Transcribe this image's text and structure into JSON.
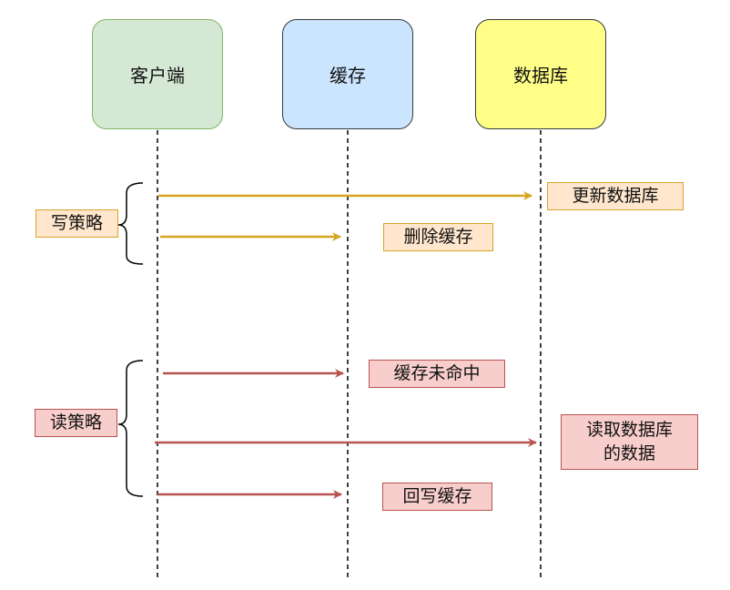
{
  "actors": [
    {
      "name": "客户端",
      "fill": "#d5e8d4",
      "stroke": "#82b366"
    },
    {
      "name": "缓存",
      "fill": "#cce5ff",
      "stroke": "#36393d"
    },
    {
      "name": "数据库",
      "fill": "#ffff88",
      "stroke": "#36393d"
    }
  ],
  "groups": {
    "write": {
      "label": "写策略",
      "color": "#d79b00"
    },
    "read": {
      "label": "读策略",
      "color": "#b85450"
    }
  },
  "messages": {
    "update_db": "更新数据库",
    "delete_cache": "删除缓存",
    "cache_miss": "缓存未命中",
    "read_db": "读取数据库的数据",
    "read_db_line1": "读取数据库",
    "read_db_line2": "的数据",
    "write_back_cache": "回写缓存"
  },
  "colors": {
    "write_arrow": "#d6a520",
    "read_arrow": "#b85450"
  }
}
